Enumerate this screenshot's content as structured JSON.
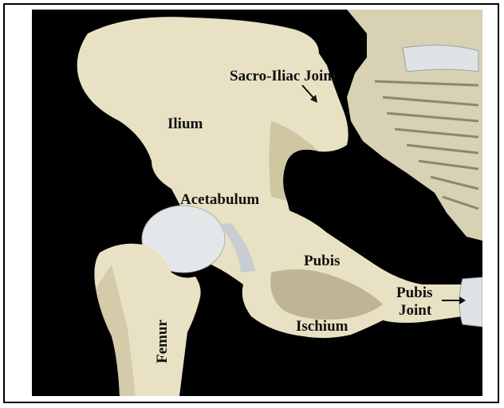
{
  "figure": {
    "labels": {
      "sacro_iliac": "Sacro-Iliac Joint",
      "ilium": "Ilium",
      "acetabulum": "Acetabulum",
      "pubis": "Pubis",
      "pubis_joint_line1": "Pubis",
      "pubis_joint_line2": "Joint",
      "ischium": "Ischium",
      "femur": "Femur"
    },
    "colors": {
      "background": "#000000",
      "bone": "#e8e1c4",
      "bone_shadow": "#c9c09c",
      "cartilage": "#dfe3e6",
      "frame": "#000000"
    }
  }
}
